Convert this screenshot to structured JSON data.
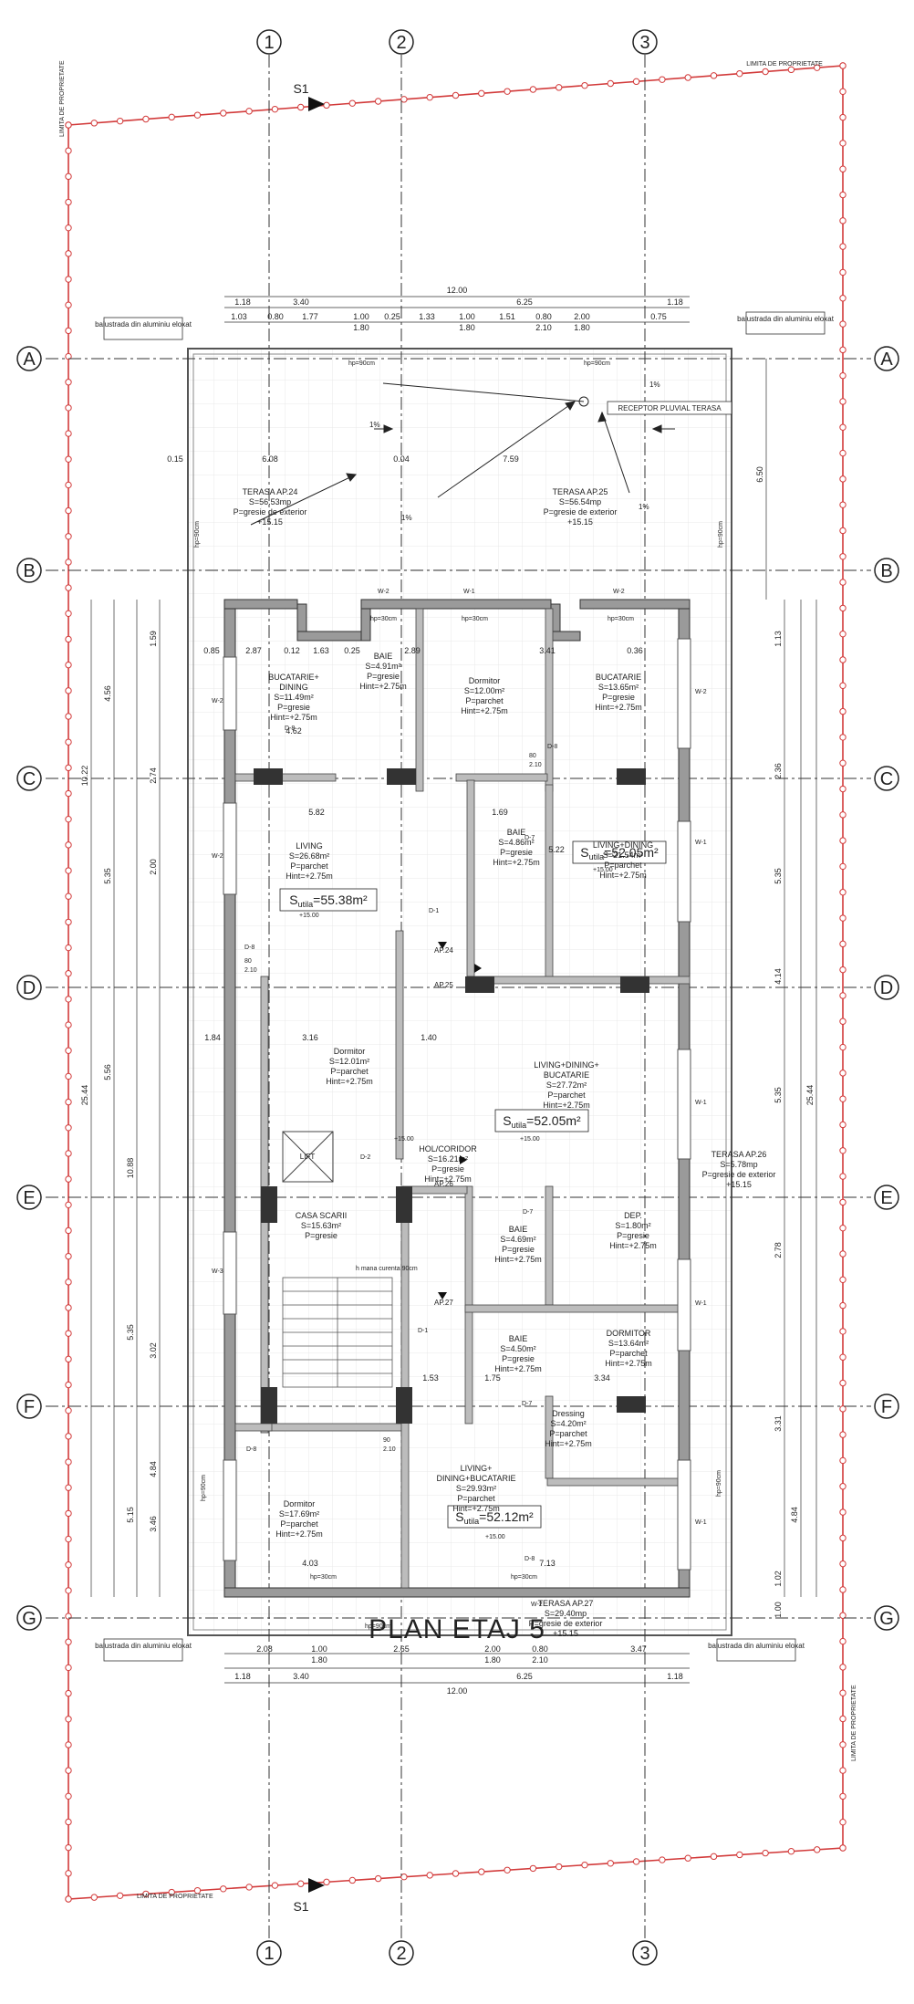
{
  "title": "PLAN ETAJ 5",
  "property_limit": "LIMITA DE PROPRIETATE",
  "section_mark": "S1",
  "axes_vertical": [
    "1",
    "2",
    "3"
  ],
  "axes_horizontal": [
    "A",
    "B",
    "C",
    "D",
    "E",
    "F",
    "G"
  ],
  "notes": {
    "balustrade": "balustrada din aluminiu eloxat",
    "rain_receptor": "RECEPTOR PLUVIAL TERASA",
    "slope": "1%",
    "hp": "hp=90cm",
    "hp2": "hp=30cm",
    "lift": "LIFT",
    "handrail": "h mana curenta 90cm"
  },
  "dims_top": {
    "overall": "12.00",
    "row2": [
      "1.18",
      "3.40",
      "6.25",
      "1.18"
    ],
    "row3": [
      "1.03",
      "0.80",
      "1.77",
      "1.00",
      "0.25",
      "1.33",
      "1.00",
      "1.51",
      "0.80",
      "2.00",
      "0.75"
    ],
    "row3b": [
      "1.80",
      "1.80",
      "2.10",
      "1.80"
    ]
  },
  "dims_bottom": {
    "row1": [
      "2.08",
      "1.00",
      "2.65",
      "2.00",
      "0.80",
      "3.47"
    ],
    "row1b": [
      "1.80",
      "1.80",
      "2.10"
    ],
    "row2": [
      "1.18",
      "3.40",
      "6.25",
      "1.18"
    ],
    "overall": "12.00"
  },
  "dims_left": [
    "10.22",
    "25.44",
    "4.56",
    "5.35",
    "5.56",
    "10.88",
    "5.35",
    "5.15",
    "1.59",
    "2.74",
    "2.00",
    "3.02",
    "3.46",
    "4.84"
  ],
  "dims_right": [
    "6.50",
    "1.13",
    "2.36",
    "5.35",
    "4.14",
    "25.44",
    "5.35",
    "2.78",
    "3.31",
    "4.84",
    "1.02",
    "1.00"
  ],
  "dims_misc": [
    "0.15",
    "6.08",
    "0.04",
    "7.59",
    "0.85",
    "2.87",
    "0.12",
    "1.63",
    "0.25",
    "2.89",
    "3.41",
    "0.36",
    "4.62",
    "5.82",
    "1.69",
    "5.22",
    "1.84",
    "3.16",
    "1.40",
    "4.03",
    "7.13",
    "3.34",
    "1.75",
    "1.53"
  ],
  "rooms": [
    {
      "name": "TERASA AP.24",
      "area": "S=56.53mp",
      "floor": "P=gresie de exterior",
      "level": "+15.15"
    },
    {
      "name": "TERASA AP.25",
      "area": "S=56.54mp",
      "floor": "P=gresie de exterior",
      "level": "+15.15"
    },
    {
      "name": "BUCATARIE+ DINING",
      "area": "S=11.49m²",
      "floor": "P=gresie",
      "height": "Hint=+2.75m"
    },
    {
      "name": "BAIE",
      "area": "S=4.91m²",
      "floor": "P=gresie",
      "height": "Hint=+2.75m"
    },
    {
      "name": "Dormitor",
      "area": "S=12.00m²",
      "floor": "P=parchet",
      "height": "Hint=+2.75m"
    },
    {
      "name": "BUCATARIE",
      "area": "S=13.65m²",
      "floor": "P=gresie",
      "height": "Hint=+2.75m"
    },
    {
      "name": "LIVING",
      "area": "S=26.68m²",
      "floor": "P=parchet",
      "height": "Hint=+2.75m"
    },
    {
      "name": "BAIE",
      "area": "S=4.86m²",
      "floor": "P=gresie",
      "height": "Hint=+2.75m"
    },
    {
      "name": "LIVING+DINING",
      "area": "S=21.54m²",
      "floor": "P=parchet",
      "height": "Hint=+2.75m"
    },
    {
      "name": "Dormitor",
      "area": "S=12.01m²",
      "floor": "P=parchet",
      "height": "Hint=+2.75m"
    },
    {
      "name": "LIVING+DINING+ BUCATARIE",
      "area": "S=27.72m²",
      "floor": "P=parchet",
      "height": "Hint=+2.75m"
    },
    {
      "name": "HOL/CORIDOR",
      "area": "S=16.21m²",
      "floor": "P=gresie",
      "height": "Hint=+2.75m"
    },
    {
      "name": "TERASA AP.26",
      "area": "S=5.78mp",
      "floor": "P=gresie de exterior",
      "level": "+15.15"
    },
    {
      "name": "CASA SCARII",
      "area": "S=15.63m²",
      "floor": "P=gresie"
    },
    {
      "name": "BAIE",
      "area": "S=4.69m²",
      "floor": "P=gresie",
      "height": "Hint=+2.75m"
    },
    {
      "name": "DEP.",
      "area": "S=1.80m²",
      "floor": "P=gresie",
      "height": "Hint=+2.75m"
    },
    {
      "name": "BAIE",
      "area": "S=4.50m²",
      "floor": "P=gresie",
      "height": "Hint=+2.75m"
    },
    {
      "name": "DORMITOR",
      "area": "S=13.64m²",
      "floor": "P=parchet",
      "height": "Hint=+2.75m"
    },
    {
      "name": "Dressing",
      "area": "S=4.20m²",
      "floor": "P=parchet",
      "height": "Hint=+2.75m"
    },
    {
      "name": "Dormitor",
      "area": "S=17.69m²",
      "floor": "P=parchet",
      "height": "Hint=+2.75m"
    },
    {
      "name": "LIVING+ DINING+BUCATARIE",
      "area": "S=29.93m²",
      "floor": "P=parchet",
      "height": "Hint=+2.75m"
    },
    {
      "name": "TERASA AP.27",
      "area": "S=29.40mp",
      "floor": "P=gresie de exterior",
      "level": "+15.15"
    }
  ],
  "apartments": [
    {
      "label": "S",
      "sub": "utila",
      "value": "=55.38m²"
    },
    {
      "label": "S",
      "sub": "utila",
      "value": "=52.05m²"
    },
    {
      "label": "S",
      "sub": "utila",
      "value": "=52.05m²"
    },
    {
      "label": "S",
      "sub": "utila",
      "value": "=52.12m²"
    }
  ],
  "markers": [
    "AP.24",
    "AP.25",
    "AP.26",
    "AP.27"
  ],
  "level": "+15.00",
  "windows": [
    "W-1",
    "W-2",
    "W-3"
  ],
  "doors": [
    "D-1",
    "D-2",
    "D-7",
    "D-8"
  ],
  "door_sizes": [
    "80",
    "90",
    "2.10"
  ]
}
